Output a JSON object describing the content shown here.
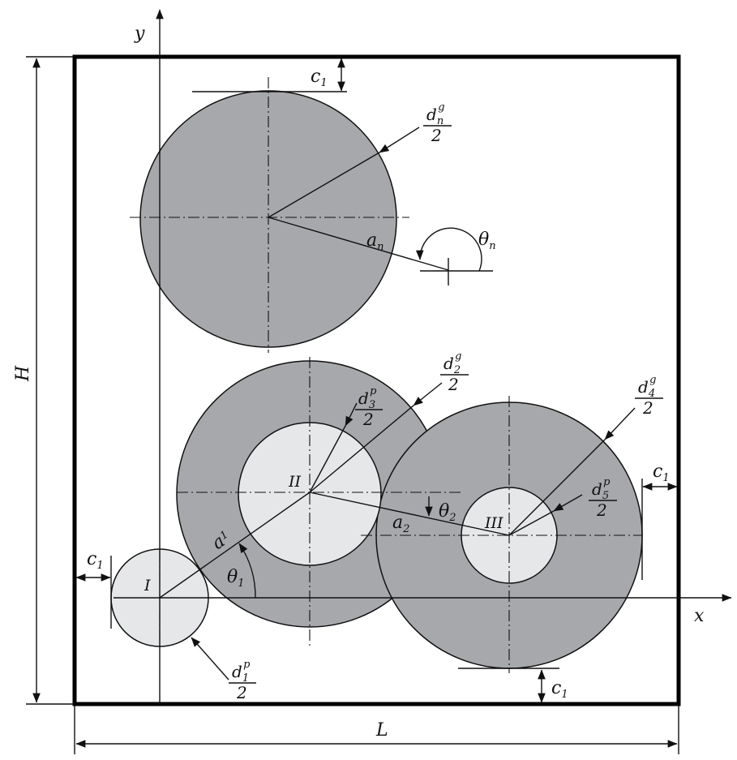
{
  "colors": {
    "big_gear": "#a7a8ab",
    "small_gear": "#e6e7e9",
    "line": "#111111",
    "frame": "#000000"
  },
  "axes": {
    "x_label": "x",
    "y_label": "y"
  },
  "dimensions": {
    "width_label": "L",
    "height_label": "H",
    "clearance_main": "c",
    "clearance_sub": "1"
  },
  "gears": [
    {
      "label": "I"
    },
    {
      "label": "II"
    },
    {
      "label": "III"
    }
  ],
  "center_distances": [
    {
      "main": "a",
      "sub": "1"
    },
    {
      "main": "a",
      "sub": "2"
    },
    {
      "main": "a",
      "sub": "n"
    }
  ],
  "angles": [
    {
      "main": "θ",
      "sub": "1"
    },
    {
      "main": "θ",
      "sub": "2"
    },
    {
      "main": "θ",
      "sub": "n"
    }
  ],
  "diameters": [
    {
      "main": "d",
      "sub": "n",
      "sup": "g",
      "denominator": "2"
    },
    {
      "main": "d",
      "sub": "2",
      "sup": "g",
      "denominator": "2"
    },
    {
      "main": "d",
      "sub": "3",
      "sup": "p",
      "denominator": "2"
    },
    {
      "main": "d",
      "sub": "4",
      "sup": "g",
      "denominator": "2"
    },
    {
      "main": "d",
      "sub": "5",
      "sup": "p",
      "denominator": "2"
    },
    {
      "main": "d",
      "sub": "1",
      "sup": "p",
      "denominator": "2"
    }
  ]
}
